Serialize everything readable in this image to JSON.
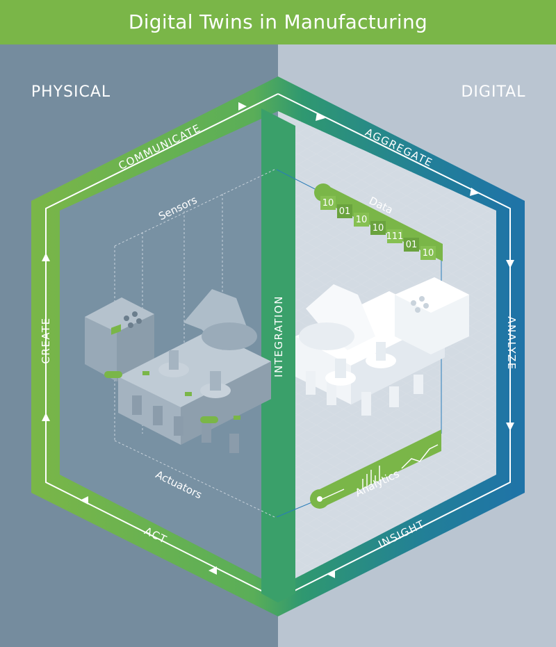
{
  "header": {
    "title": "Digital Twins in Manufacturing"
  },
  "sides": {
    "physical": "PHYSICAL",
    "digital": "DIGITAL"
  },
  "ring": {
    "communicate": "COMMUNICATE",
    "aggregate": "AGGREGATE",
    "analyze": "ANALYZE",
    "insight": "INSIGHT",
    "act": "ACT",
    "create": "CREATE",
    "integration": "INTEGRATION"
  },
  "labels": {
    "sensors": "Sensors",
    "actuators": "Actuators",
    "data": "Data",
    "analytics": "Analytics"
  },
  "data_bits": [
    "10",
    "01",
    "10",
    "10",
    "111",
    "01",
    "10"
  ],
  "colors": {
    "banner": "#7ab648",
    "physical_bg": "#758c9e",
    "digital_bg": "#bac5d1",
    "ring_green": "#7ab648",
    "ring_teal": "#3aa06a",
    "ring_blue": "#1f73a8"
  }
}
